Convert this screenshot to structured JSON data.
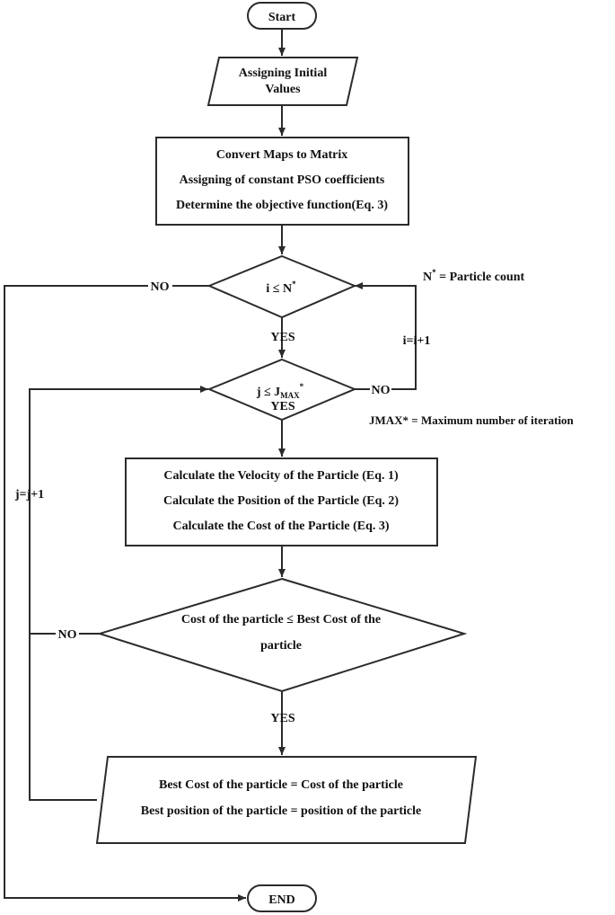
{
  "nodes": {
    "start": "Start",
    "init_1": "Assigning Initial",
    "init_2": "Values",
    "setup_1": "Convert Maps to Matrix",
    "setup_2": "Assigning of constant PSO coefficients",
    "setup_3": "Determine the objective function(Eq. 3)",
    "cond_i": "i ≤ N",
    "cond_i_sup": "*",
    "cond_j": "j ≤ J",
    "cond_j_sub": "MAX",
    "cond_j_sup": "*",
    "calc_1": "Calculate the Velocity of the Particle (Eq. 1)",
    "calc_2": "Calculate the Position of the Particle (Eq. 2)",
    "calc_3": "Calculate the Cost of the Particle (Eq. 3)",
    "cost_cond_1": "Cost of the particle ≤ Best Cost of the",
    "cost_cond_2": "particle",
    "update_1": "Best Cost of the particle = Cost of the particle",
    "update_2": "Best position of the particle = position of the particle",
    "end": "END"
  },
  "edges": {
    "no_i": "NO",
    "yes_i": "YES",
    "no_j": "NO",
    "yes_j": "YES",
    "no_cost": "NO",
    "yes_cost": "YES",
    "i_incr": "i=i+1",
    "j_incr": "j=j+1"
  },
  "notes": {
    "n_def_n": "N",
    "n_def_sup": "*",
    "n_def_rest": " = Particle count",
    "jmax_def": "JMAX* = Maximum number of iteration"
  },
  "colors": {
    "stroke": "#2b2b2b",
    "text": "#111111",
    "background": "#ffffff"
  }
}
